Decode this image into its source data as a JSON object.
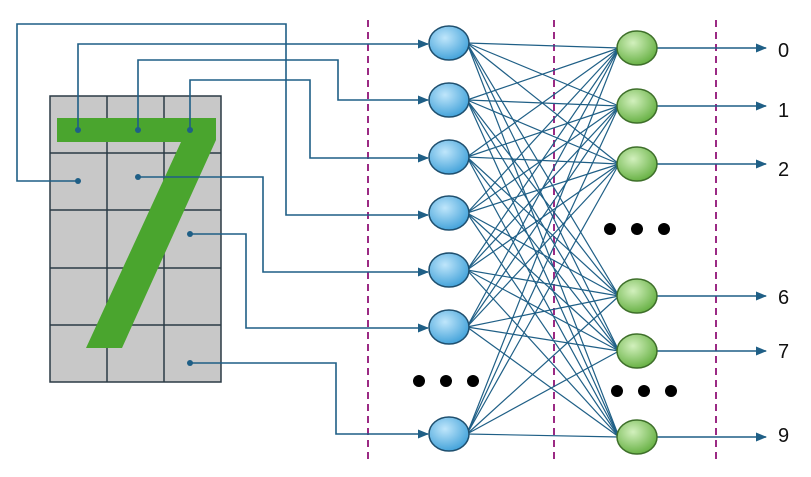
{
  "outputs": {
    "labels": [
      "0",
      "1",
      "2",
      "6",
      "7",
      "9"
    ]
  },
  "input_image": {
    "digit": "7",
    "grid_rows": 5,
    "grid_cols": 3
  },
  "colors": {
    "link": "#1f5f86",
    "divider": "#9b2a84",
    "grid_fill": "#c8c8c8",
    "grid_line": "#2b3a45",
    "digit": "#4aa52e",
    "input_node": "#58b3ea",
    "output_node": "#7cc35a",
    "ellipsis": "#000000"
  },
  "layers": {
    "input_nodes_shown": 7,
    "output_nodes_shown": 6,
    "ellipsis_count": 3
  }
}
